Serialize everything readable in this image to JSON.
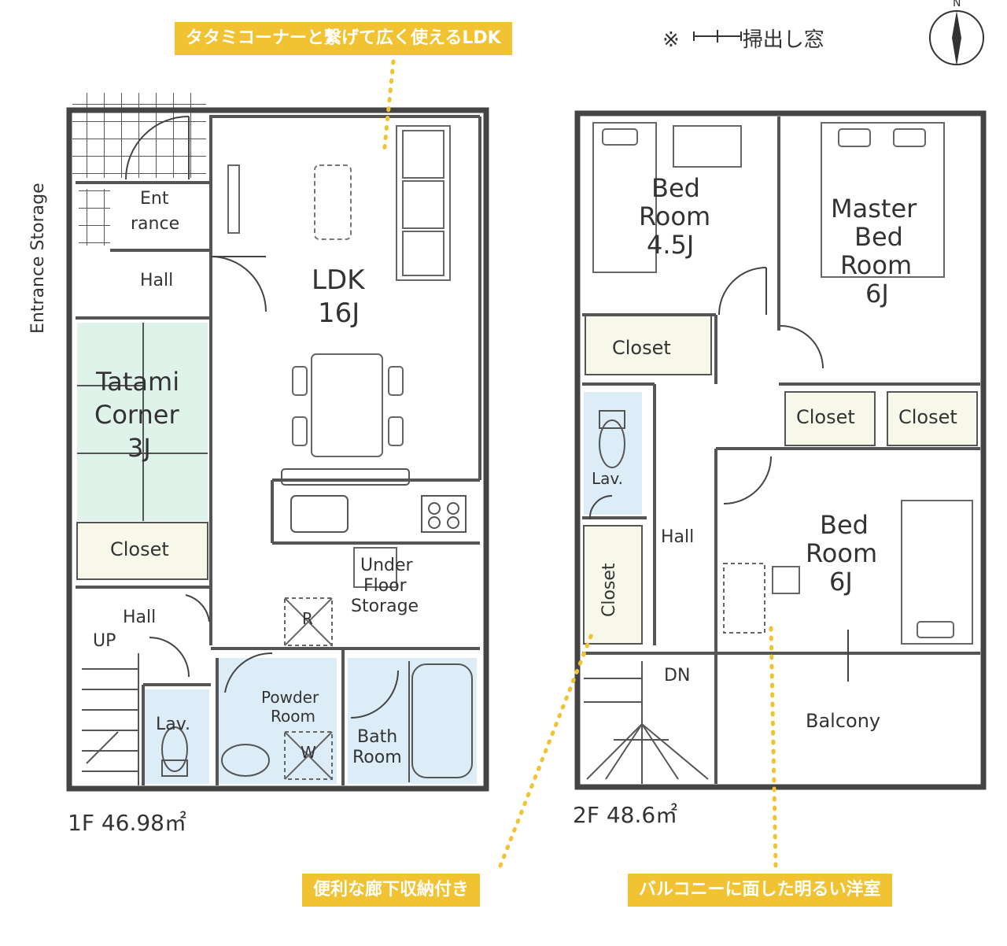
{
  "callouts": {
    "ldk": "タタミコーナーと繋げて広く使えるLDK",
    "hall_storage": "便利な廊下収納付き",
    "balcony_room": "バルコニーに面した明るい洋室"
  },
  "legend": {
    "symbol": "※",
    "text": "掃出し窓"
  },
  "compass": {
    "label": "N"
  },
  "floor1": {
    "area": "1F 46.98㎡",
    "rooms": {
      "entrance_1": "Ent",
      "entrance_2": "rance",
      "entrance_storage": "Entrance Storage",
      "hall_top": "Hall",
      "ldk_1": "LDK",
      "ldk_2": "16J",
      "tatami_1": "Tatami",
      "tatami_2": "Corner",
      "tatami_3": "3J",
      "closet": "Closet",
      "under_floor_1": "Under",
      "under_floor_2": "Floor",
      "under_floor_3": "Storage",
      "r_mark": "R",
      "hall_bottom": "Hall",
      "up": "UP",
      "lav": "Lav.",
      "powder_1": "Powder",
      "powder_2": "Room",
      "w_mark": "W",
      "bath_1": "Bath",
      "bath_2": "Room"
    }
  },
  "floor2": {
    "area": "2F 48.6㎡",
    "rooms": {
      "bed45_1": "Bed",
      "bed45_2": "Room",
      "bed45_3": "4.5J",
      "master_1": "Master",
      "master_2": "Bed",
      "master_3": "Room",
      "master_4": "6J",
      "closet_a": "Closet",
      "closet_b": "Closet",
      "closet_c": "Closet",
      "lav": "Lav.",
      "hall": "Hall",
      "closet_vertical": "Closet",
      "bed6_1": "Bed",
      "bed6_2": "Room",
      "bed6_3": "6J",
      "dn": "DN",
      "balcony": "Balcony"
    }
  },
  "colors": {
    "wall": "#444444",
    "tatami": "#dff3ea",
    "wet": "#dcedf8",
    "closet": "#f7f8ea",
    "accent": "#f1c232"
  }
}
